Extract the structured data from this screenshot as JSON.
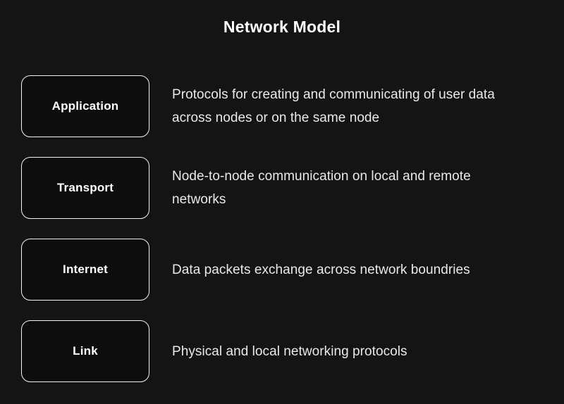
{
  "page": {
    "title": "Network Model",
    "background_color": "#141414",
    "box_border_color": "#f2f2f2",
    "box_fill_color": "#0d0d0d",
    "title_color": "#ffffff",
    "description_color": "#e9e9e9"
  },
  "layers": [
    {
      "name": "Application",
      "description": "Protocols for creating and communicating of user data across nodes or on the same node"
    },
    {
      "name": "Transport",
      "description": "Node-to-node communication on local and remote networks"
    },
    {
      "name": "Internet",
      "description": "Data packets exchange across network boundries"
    },
    {
      "name": "Link",
      "description": "Physical and local networking protocols"
    }
  ]
}
